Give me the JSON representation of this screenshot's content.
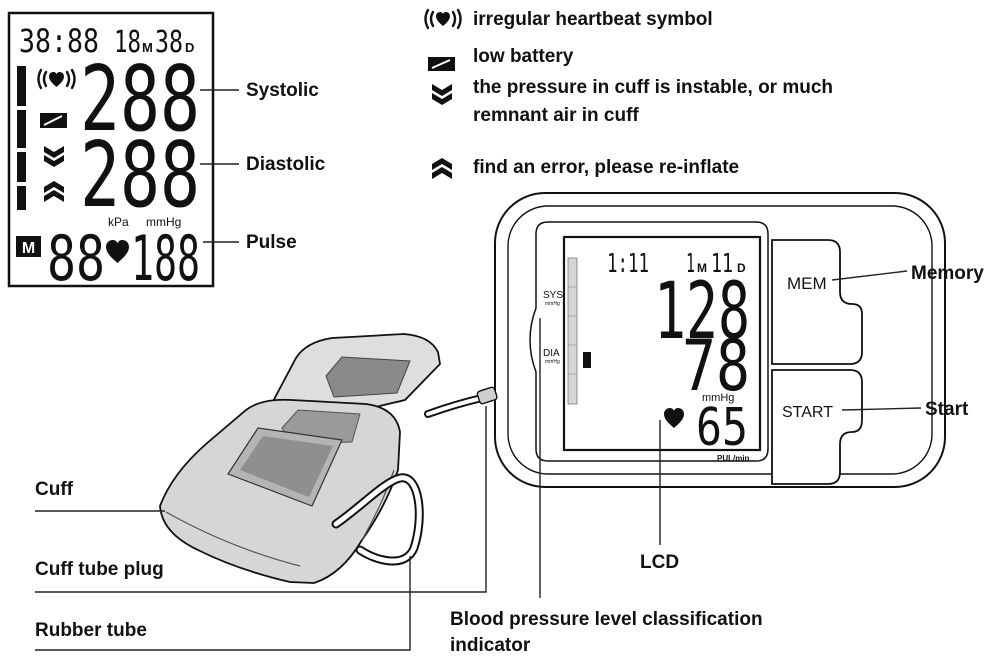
{
  "lcd_display": {
    "time": "38:88",
    "month": "18",
    "month_unit": "M",
    "day": "38",
    "day_unit": "D",
    "systolic": "288",
    "diastolic": "288",
    "unit_kpa": "kPa",
    "unit_mmhg": "mmHg",
    "memory_mark": "M",
    "memory_number": "88",
    "pulse": "188"
  },
  "lcd_callouts": {
    "systolic": "Systolic",
    "diastolic": "Diastolic",
    "pulse": "Pulse"
  },
  "legend": {
    "irregular_heartbeat": {
      "icon": "irregular-heartbeat-icon",
      "text": "irregular heartbeat symbol"
    },
    "low_battery": {
      "icon": "low-battery-icon",
      "text": "low battery"
    },
    "unstable_pressure": {
      "icon": "double-down-arrow-icon",
      "line1": "the pressure in cuff is instable, or much",
      "line2": "remnant air in cuff"
    },
    "reinflate": {
      "icon": "double-up-arrow-icon",
      "text": "find an error, please re-inflate"
    }
  },
  "monitor": {
    "time": "1:11",
    "month": "1",
    "month_unit": "M",
    "day": "11",
    "day_unit": "D",
    "sys_label": "SYS",
    "sys_unit": "mmHg",
    "dia_label": "DIA",
    "dia_unit": "mmHg",
    "systolic": "128",
    "diastolic": "78",
    "pressure_unit": "mmHg",
    "pulse": "65",
    "pulse_unit": "PUL/min",
    "mem_button": "MEM",
    "start_button": "START"
  },
  "callouts": {
    "memory": "Memory",
    "start": "Start",
    "cuff": "Cuff",
    "cuff_tube_plug": "Cuff tube plug",
    "rubber_tube": "Rubber tube",
    "lcd": "LCD",
    "classification_line1": "Blood pressure level classification",
    "classification_line2": "indicator"
  },
  "colors": {
    "ink": "#111111",
    "cuff_light": "#d6d6d6",
    "cuff_dark": "#8e8e8e"
  }
}
